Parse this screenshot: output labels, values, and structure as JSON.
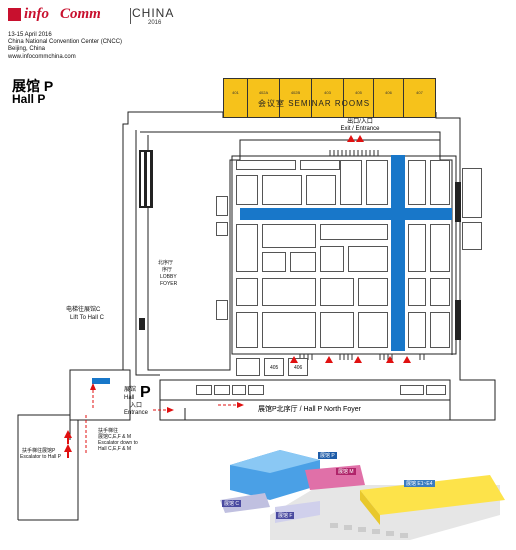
{
  "header": {
    "brand_info": "info",
    "brand_comm": "Comm",
    "brand_region": "CHINA",
    "brand_year": "2016",
    "dates": "13-15 April 2016",
    "venue": "China National Convention Center (CNCC)",
    "city": "Beijing, China",
    "website": "www.infocommchina.com"
  },
  "hall": {
    "title_cn": "展馆 P",
    "title_en": "Hall P"
  },
  "seminar": {
    "title": "会议室 SEMINAR ROOMS",
    "rooms": [
      "401",
      "402A",
      "402B",
      "403",
      "405",
      "406",
      "407"
    ]
  },
  "exits": {
    "top_cn": "出口/入口",
    "top_en": "Exit / Entrance",
    "left_cn": "入口",
    "left_en": "Entrance"
  },
  "labels": {
    "lift_cn": "电梯往展馆C",
    "lift_en": "Lift To Hall C",
    "hall_p_small": "展馆",
    "hall_p_en": "Hall",
    "hall_p_letter": "P",
    "north_foyer": "展馆P北序厅 / Hall P North Foyer",
    "escalator_cn": "扶手梯往",
    "escalator_halls": "展馆C,E,F & M",
    "escalator_en": "Escalator down to",
    "escalator_en2": "Hall C,E,F & M",
    "esc_p_cn": "扶手梯往展馆P",
    "esc_p_en": "Escalator to Hall P",
    "lobby_cn": "北序厅",
    "lobby_cn2": "序厅",
    "lobby_en": "LOBBY",
    "lobby_en2": "FOYER"
  },
  "booths": {
    "b405": "405",
    "b406": "406"
  },
  "minimap": {
    "p": "展馆 P",
    "m": "展馆 M",
    "e": "展馆 E1~E4",
    "c": "展馆 C",
    "f": "展馆 F"
  },
  "colors": {
    "seminar": "#f6c21b",
    "aisle_blue": "#1877c9",
    "arrow_red": "#e01010",
    "brand_red": "#c8102e"
  }
}
